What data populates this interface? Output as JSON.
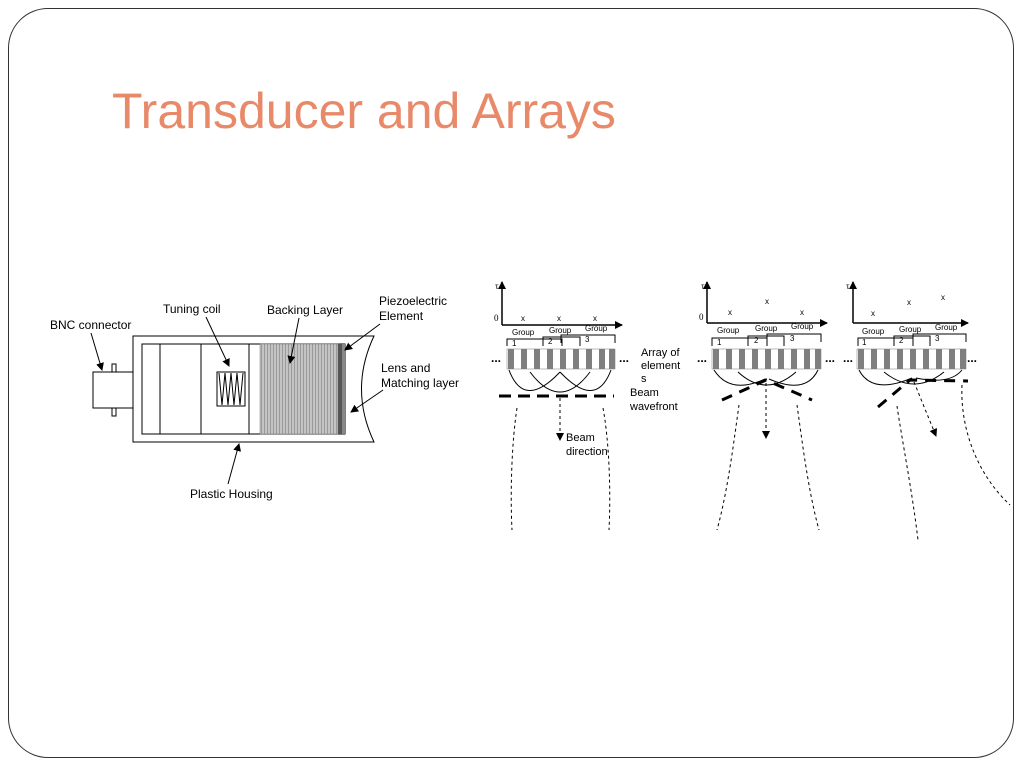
{
  "slide": {
    "title": "Transducer and Arrays"
  },
  "transducer": {
    "labels": {
      "bnc_connector": "BNC connector",
      "tuning_coil": "Tuning coil",
      "backing_layer": "Backing Layer",
      "piezo_line1": "Piezoelectric",
      "piezo_line2": "Element",
      "lens_line1": "Lens and",
      "lens_line2": "Matching layer",
      "plastic_housing": "Plastic Housing"
    }
  },
  "arrays": {
    "axis_tau": "τ",
    "axis_zero": "0",
    "group": "Group",
    "group_numbers": [
      "1",
      "2",
      "3"
    ],
    "x_mark": "x",
    "ellipsis": "...",
    "array_label_lines": [
      "Array of",
      "element",
      "s"
    ],
    "wavefront_lines": [
      "Beam",
      "wavefront"
    ],
    "direction_lines": [
      "Beam",
      "direction"
    ]
  }
}
